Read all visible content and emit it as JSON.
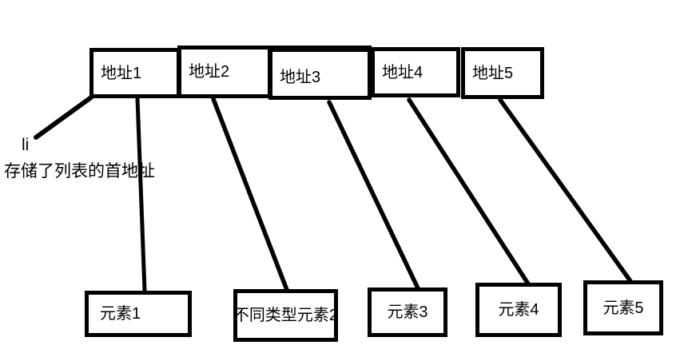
{
  "diagram": {
    "title_hint": "list memory layout sketch",
    "colors": {
      "stroke": "#000000",
      "background": "#ffffff"
    },
    "annotation": {
      "pointer_label": "li",
      "description": "存储了列表的首地址"
    },
    "address_boxes": [
      {
        "label": "地址1"
      },
      {
        "label": "地址2"
      },
      {
        "label": "地址3"
      },
      {
        "label": "地址4"
      },
      {
        "label": "地址5"
      }
    ],
    "element_boxes": [
      {
        "label": "元素1"
      },
      {
        "label": "不同类型元素2"
      },
      {
        "label": "元素3"
      },
      {
        "label": "元素4"
      },
      {
        "label": "元素5"
      }
    ],
    "edges": [
      {
        "from": "地址1",
        "to": "li"
      },
      {
        "from": "地址1",
        "to": "元素1"
      },
      {
        "from": "地址2",
        "to": "不同类型元素2"
      },
      {
        "from": "地址3",
        "to": "元素3"
      },
      {
        "from": "地址4",
        "to": "元素4"
      },
      {
        "from": "地址5",
        "to": "元素5"
      }
    ]
  }
}
